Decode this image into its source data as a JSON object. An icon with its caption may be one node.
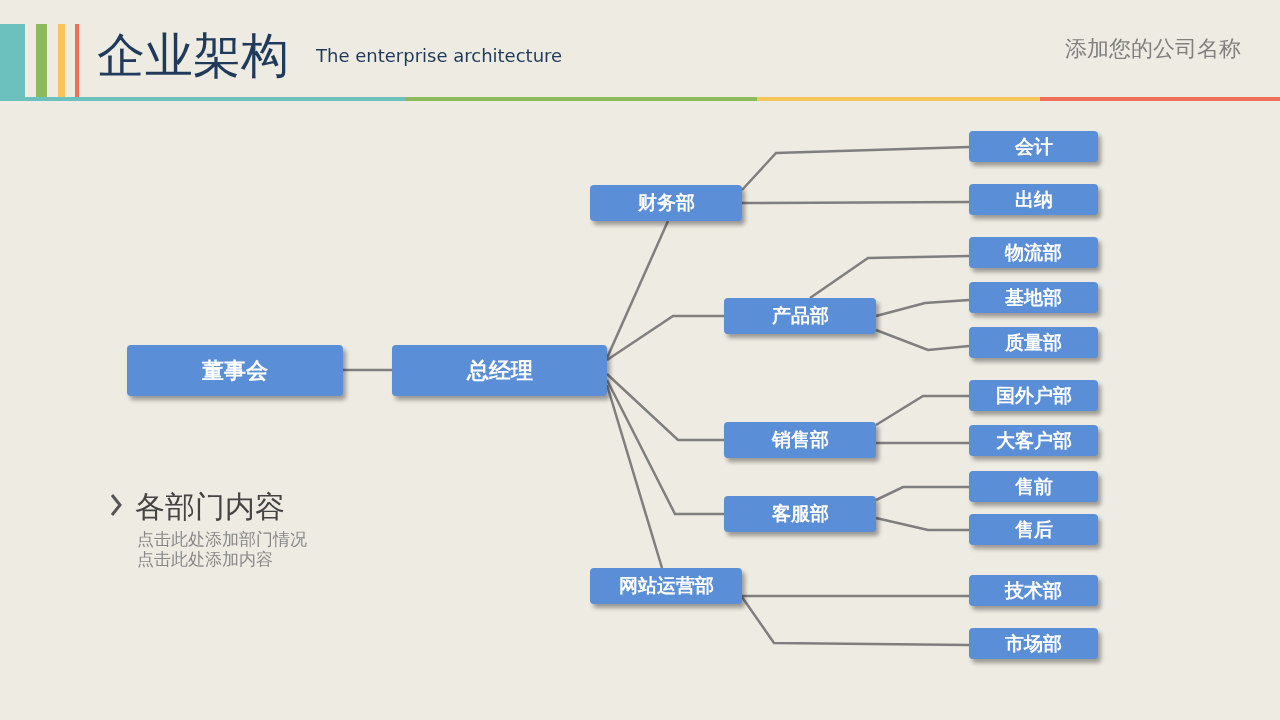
{
  "diagram": {
    "title": "企业架构",
    "nodes": [
      {
        "text": [
          "董事会"
        ]
      },
      {
        "text": [
          "总经理"
        ]
      },
      {
        "text": [
          "财务部"
        ]
      },
      {
        "text": [
          "产品部"
        ]
      },
      {
        "text": [
          "销售部"
        ]
      },
      {
        "text": [
          "客服部"
        ]
      },
      {
        "text": [
          "网站运营部"
        ]
      },
      {
        "text": [
          "会计"
        ]
      },
      {
        "text": [
          "出纳"
        ]
      },
      {
        "text": [
          "物流部"
        ]
      },
      {
        "text": [
          "基地部"
        ]
      },
      {
        "text": [
          "质量部"
        ]
      },
      {
        "text": [
          "国外户部"
        ]
      },
      {
        "text": [
          "大客户部"
        ]
      },
      {
        "text": [
          "售前"
        ]
      },
      {
        "text": [
          "售后"
        ]
      },
      {
        "text": [
          "技术部"
        ]
      },
      {
        "text": [
          "市场部"
        ]
      }
    ],
    "edges": [
      {
        "from": 0,
        "to": 1,
        "arrow": "none"
      },
      {
        "from": 1,
        "to": 2,
        "arrow": "none"
      },
      {
        "from": 1,
        "to": 3,
        "arrow": "none"
      },
      {
        "from": 1,
        "to": 4,
        "arrow": "none"
      },
      {
        "from": 1,
        "to": 5,
        "arrow": "none"
      },
      {
        "from": 1,
        "to": 6,
        "arrow": "none"
      },
      {
        "from": 2,
        "to": 7,
        "arrow": "none"
      },
      {
        "from": 2,
        "to": 8,
        "arrow": "none"
      },
      {
        "from": 3,
        "to": 9,
        "arrow": "none"
      },
      {
        "from": 3,
        "to": 10,
        "arrow": "none"
      },
      {
        "from": 3,
        "to": 11,
        "arrow": "none"
      },
      {
        "from": 4,
        "to": 12,
        "arrow": "none"
      },
      {
        "from": 4,
        "to": 13,
        "arrow": "none"
      },
      {
        "from": 5,
        "to": 14,
        "arrow": "none"
      },
      {
        "from": 5,
        "to": 15,
        "arrow": "none"
      },
      {
        "from": 6,
        "to": 16,
        "arrow": "none"
      },
      {
        "from": 6,
        "to": 17,
        "arrow": "none"
      }
    ],
    "labels": [
      "The enterprise architecture",
      "添加您的公司名称",
      "各部门内容",
      "点击此处添加部门情况",
      "点击此处添加内容"
    ]
  }
}
